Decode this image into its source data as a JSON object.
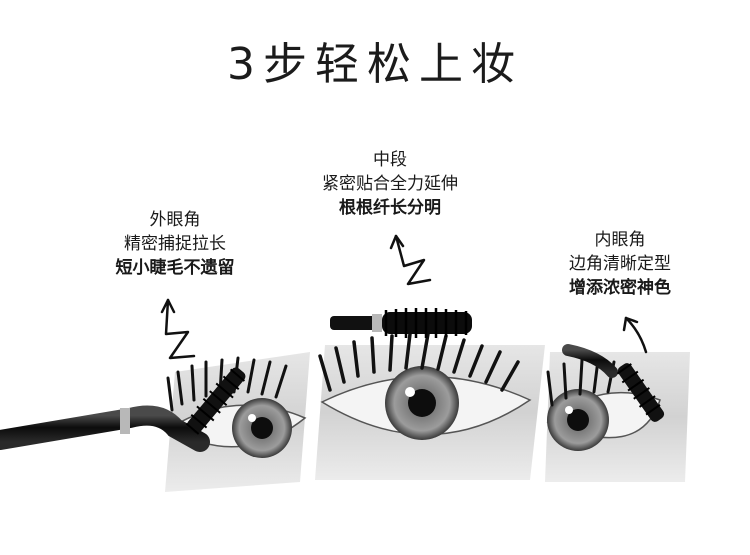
{
  "title": "3步轻松上妆",
  "steps": [
    {
      "area": "外眼角",
      "desc": "精密捕捉拉长",
      "highlight": "短小睫毛不遗留"
    },
    {
      "area": "中段",
      "desc": "紧密贴合全力延伸",
      "highlight": "根根纤长分明"
    },
    {
      "area": "内眼角",
      "desc": "边角清晰定型",
      "highlight": "增添浓密神色"
    }
  ]
}
